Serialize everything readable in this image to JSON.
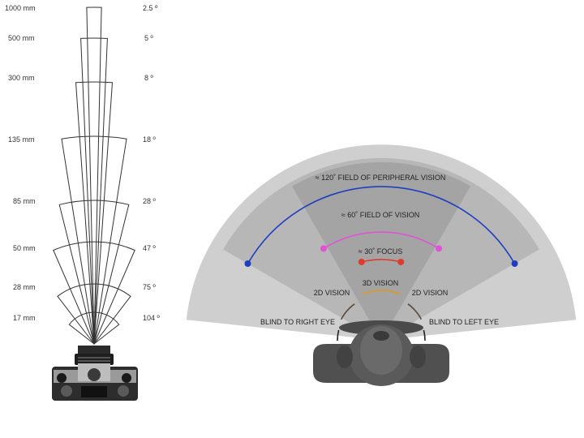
{
  "lens_diagram": {
    "focal_lengths": [
      "1000 mm",
      "500 mm",
      "300 mm",
      "135 mm",
      "85 mm",
      "50 mm",
      "28 mm",
      "17 mm"
    ],
    "angles": [
      "2.5 º",
      "5 º",
      "8 º",
      "18 º",
      "28 º",
      "47 º",
      "75 º",
      "104 º"
    ]
  },
  "vision_diagram": {
    "peripheral": "≈ 120˚ FIELD OF PERIPHERAL VISION",
    "field": "≈ 60˚ FIELD OF VISION",
    "focus": "≈ 30˚ FOCUS",
    "vision_3d": "3D VISION",
    "vision_2d": "2D VISION",
    "blind_right": "BLIND TO RIGHT EYE",
    "blind_left": "BLIND TO LEFT EYE"
  },
  "colors": {
    "outer_fan": "#cfcfcf",
    "mid_fan": "#b7b7b7",
    "inner_fan": "#a4a4a4",
    "peripheral_arc": "#1f3fbf",
    "field_arc": "#e052d6",
    "focus_arc": "#e03a2a",
    "vision_3d_arc": "#d89a2a"
  }
}
